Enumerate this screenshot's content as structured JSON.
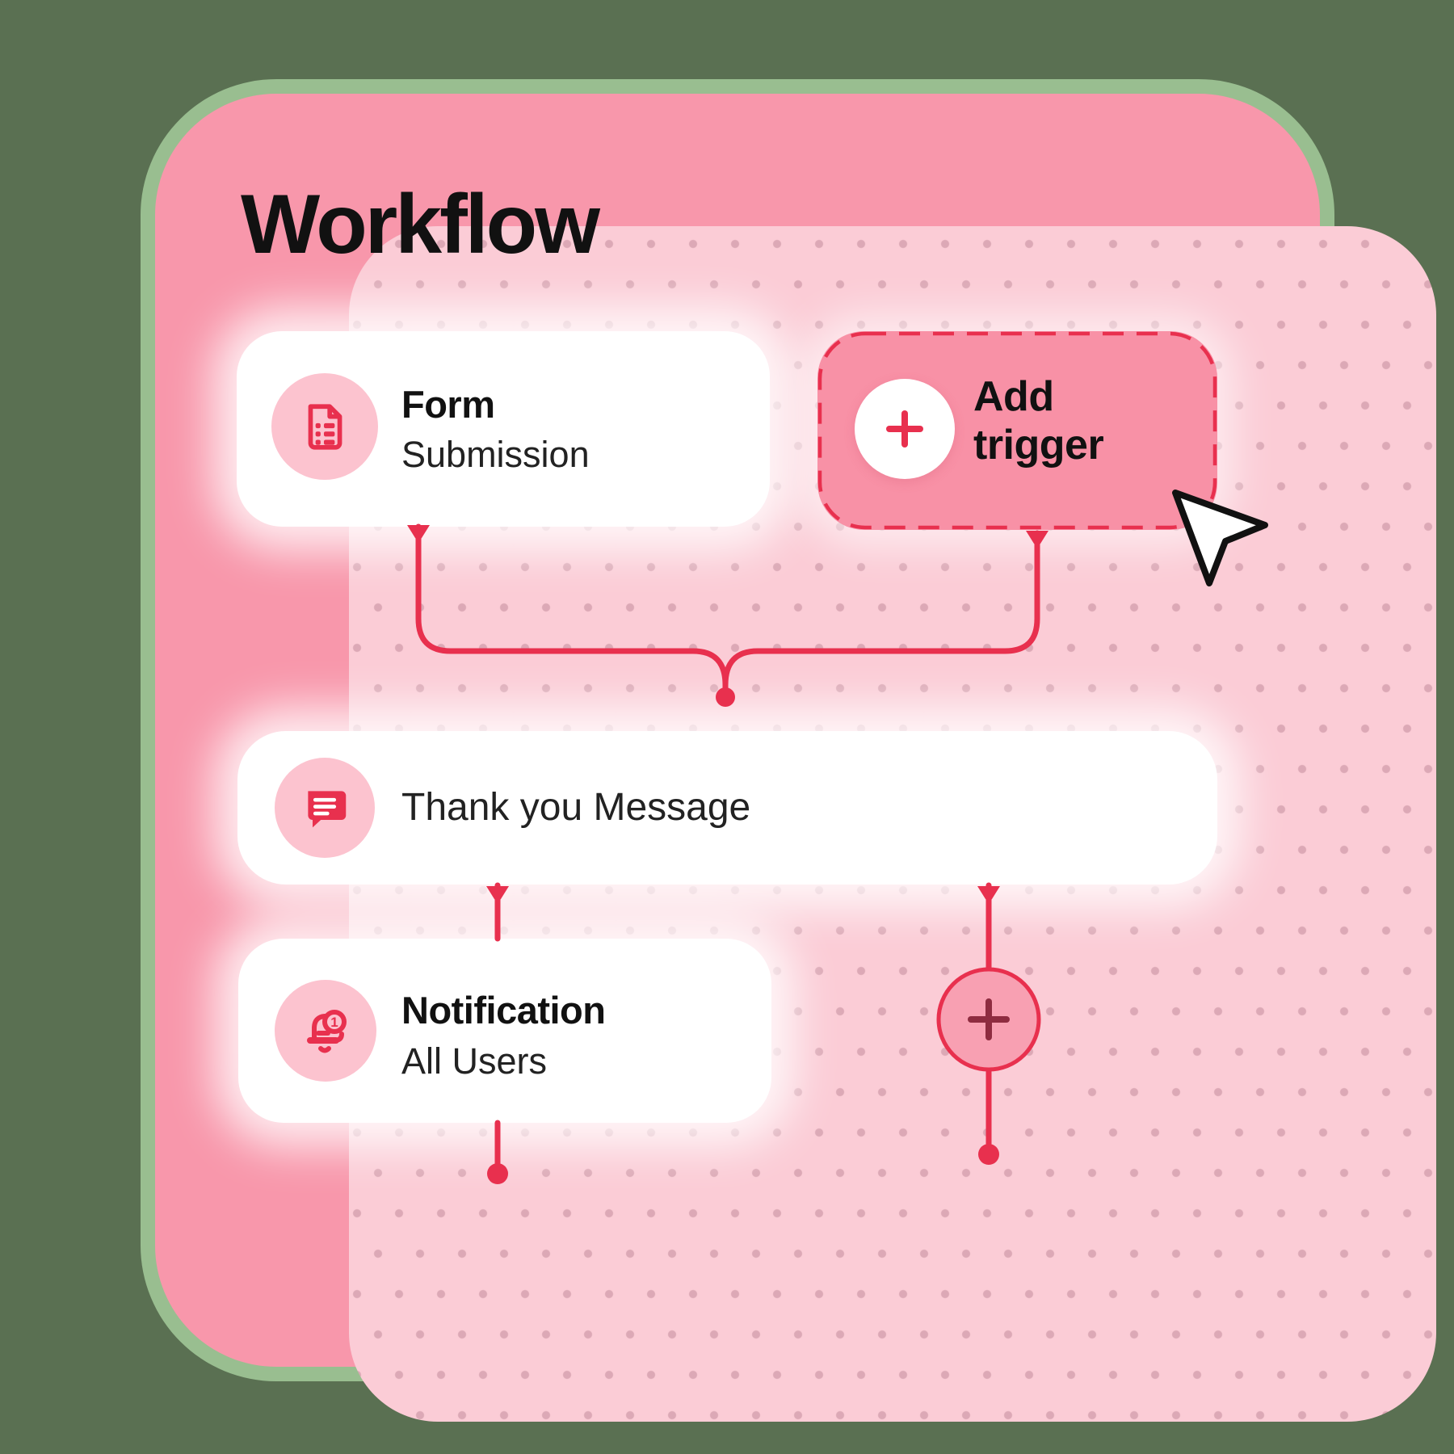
{
  "title": "Workflow",
  "nodes": {
    "form": {
      "title": "Form",
      "subtitle": "Submission",
      "icon": "document-icon"
    },
    "add_trigger": {
      "label": "Add trigger",
      "icon": "plus-icon"
    },
    "message": {
      "label": "Thank you Message",
      "icon": "chat-bubble-icon"
    },
    "notification": {
      "title": "Notification",
      "subtitle": "All Users",
      "icon": "bell-icon",
      "badge": "1"
    },
    "add_step": {
      "icon": "plus-icon"
    }
  },
  "colors": {
    "accent_red": "#e8304e",
    "card_border_pink": "#f897ab",
    "panel_pink": "#fbccd6",
    "trigger_node_pink": "#f891a6",
    "icon_circle_pink": "#fcc3cf",
    "plus_node_fill": "#f8a0b2",
    "plus_node_glyph": "#8e2c40",
    "background_green": "#5a7052",
    "halo_green": "#a5cb9b",
    "text_black": "#111111"
  }
}
